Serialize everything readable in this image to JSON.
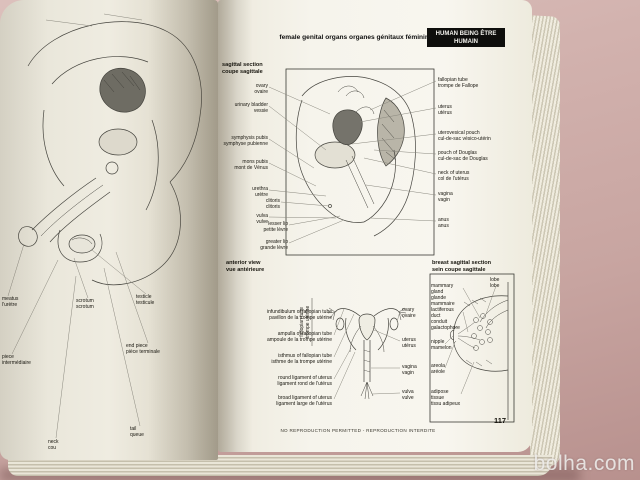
{
  "scene": {
    "watermark": "bolha.com",
    "background": "#c8a5a1"
  },
  "right_page": {
    "header": {
      "en": "HUMAN BEING",
      "fr": "ÊTRE HUMAIN"
    },
    "title": {
      "en": "female genital organs",
      "fr": "organes génitaux féminins"
    },
    "footer": {
      "notice": "NO REPRODUCTION PERMITTED  -  REPRODUCTION INTERDITE",
      "page_number": "117"
    },
    "sagittal": {
      "heading": {
        "en": "sagittal section",
        "fr": "coupe sagittale"
      },
      "left_labels": [
        {
          "en": "ovary",
          "fr": "ovaire"
        },
        {
          "en": "urinary bladder",
          "fr": "vessie"
        },
        {
          "en": "symphysis pubis",
          "fr": "symphyse pubienne"
        },
        {
          "en": "mons pubis",
          "fr": "mont de Vénus"
        },
        {
          "en": "urethra",
          "fr": "urètre"
        },
        {
          "en": "clitoris",
          "fr": "clitoris"
        },
        {
          "en": "vulva",
          "fr": "vulve"
        },
        {
          "en": "lesser lip",
          "fr": "petite lèvre"
        },
        {
          "en": "greater lip",
          "fr": "grande lèvre"
        }
      ],
      "right_labels": [
        {
          "en": "fallopian tube",
          "fr": "trompe de Fallope"
        },
        {
          "en": "uterus",
          "fr": "utérus"
        },
        {
          "en": "uterovesical pouch",
          "fr": "cul-de-sac vésico-utérin"
        },
        {
          "en": "pouch of Douglas",
          "fr": "cul-de-sac de Douglas"
        },
        {
          "en": "neck of uterus",
          "fr": "col de l'utérus"
        },
        {
          "en": "vagina",
          "fr": "vagin"
        },
        {
          "en": "anus",
          "fr": "anus"
        }
      ]
    },
    "anterior": {
      "heading": {
        "en": "anterior view",
        "fr": "vue antérieure"
      },
      "vertical_label": {
        "en": "fallopian tube",
        "fr": "trompe utérine"
      },
      "left_labels": [
        {
          "en": "infundibulum of fallopian tube",
          "fr": "pavillon de la trompe utérine"
        },
        {
          "en": "ampulla of fallopian tube",
          "fr": "ampoule de la trompe utérine"
        },
        {
          "en": "isthmus of fallopian tube",
          "fr": "isthme de la trompe utérine"
        },
        {
          "en": "round ligament of uterus",
          "fr": "ligament rond de l'utérus"
        },
        {
          "en": "broad ligament of uterus",
          "fr": "ligament large de l'utérus"
        }
      ],
      "right_labels": [
        {
          "en": "ovary",
          "fr": "ovaire"
        },
        {
          "en": "uterus",
          "fr": "utérus"
        },
        {
          "en": "vagina",
          "fr": "vagin"
        },
        {
          "en": "vulva",
          "fr": "vulve"
        }
      ]
    },
    "breast": {
      "heading": {
        "en": "breast  sagittal section",
        "fr": "sein  coupe sagittale"
      },
      "labels": [
        {
          "en": "mammary gland",
          "fr": "glande mammaire"
        },
        {
          "en": "lobe",
          "fr": "lobe"
        },
        {
          "en": "lactiferous duct",
          "fr": "conduit galactophore"
        },
        {
          "en": "nipple",
          "fr": "mamelon"
        },
        {
          "en": "areola",
          "fr": "aréole"
        },
        {
          "en": "adipose tissue",
          "fr": "tissu adipeux"
        }
      ]
    }
  },
  "left_page": {
    "labels": [
      {
        "en": "meatus",
        "fr": "l'urètre"
      },
      {
        "en": "scrotum",
        "fr": "scrotum"
      },
      {
        "en": "testicle",
        "fr": "testicule"
      },
      {
        "en": "end piece",
        "fr": "pièce terminale"
      },
      {
        "en": "piece",
        "fr": "intermédiaire"
      },
      {
        "en": "tail",
        "fr": "queue"
      },
      {
        "en": "neck",
        "fr": "cou"
      }
    ]
  }
}
